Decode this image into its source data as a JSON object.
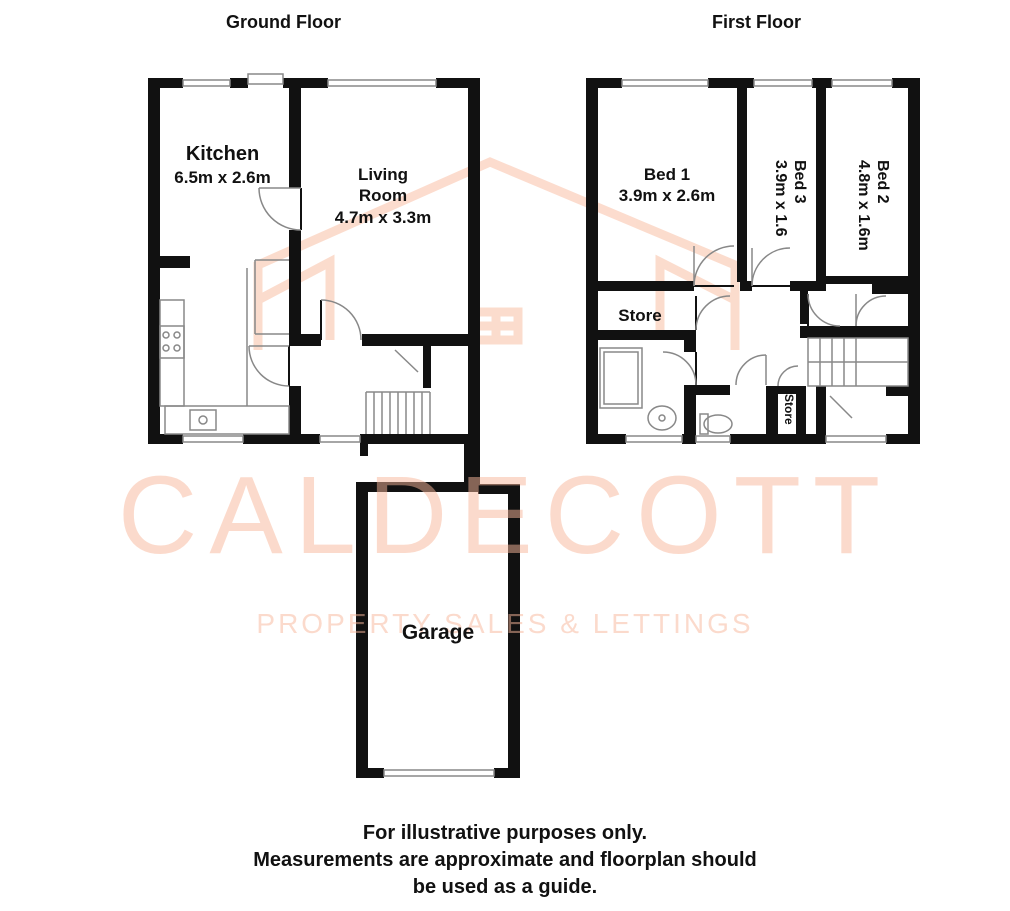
{
  "floors": {
    "ground": {
      "title": "Ground Floor"
    },
    "first": {
      "title": "First Floor"
    }
  },
  "rooms": {
    "kitchen": {
      "name": "Kitchen",
      "size": "6.5m x 2.6m"
    },
    "living": {
      "name_line1": "Living",
      "name_line2": "Room",
      "size": "4.7m x 3.3m"
    },
    "bed1": {
      "name": "Bed 1",
      "size": "3.9m x 2.6m"
    },
    "bed3": {
      "name": "Bed 3",
      "size": "3.9m x 1.6"
    },
    "bed2": {
      "name": "Bed 2",
      "size": "4.8m x 1.6m"
    },
    "store_first": {
      "name": "Store"
    },
    "store_small": {
      "name": "Store"
    },
    "garage": {
      "name": "Garage"
    }
  },
  "watermark": {
    "brand": "CALDECOTT",
    "tagline": "PROPERTY SALES & LETTINGS",
    "color": "#f9b79a"
  },
  "disclaimer": {
    "line1": "For illustrative purposes only.",
    "line2": "Measurements are approximate and floorplan should",
    "line3": "be used as a guide."
  },
  "colors": {
    "wall": "#111111",
    "fixture": "#888888"
  }
}
